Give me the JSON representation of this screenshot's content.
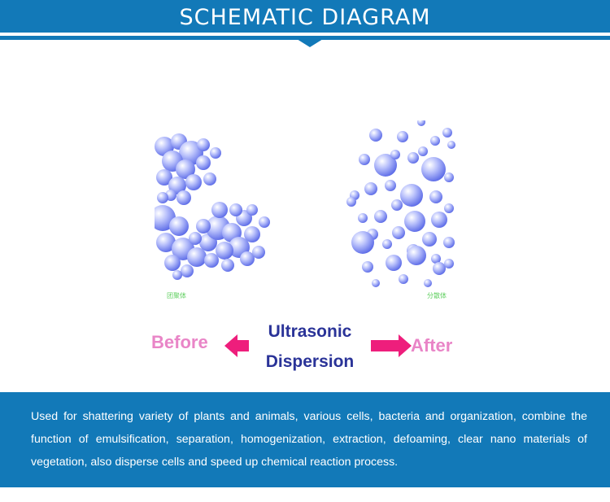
{
  "header": {
    "title": "SCHEMATIC DIAGRAM"
  },
  "diagram": {
    "before_label": "Before",
    "after_label": "After",
    "center_label_line1": "Ultrasonic",
    "center_label_line2": "Dispersion",
    "left_caption": "团聚体",
    "right_caption": "分散体",
    "colors": {
      "particle": "#9aa6f5",
      "arrow": "#ee1e7c",
      "label_pink": "#e985c7",
      "label_blue": "#2a3398"
    }
  },
  "description": {
    "text": "Used for shattering variety of plants and animals, various cells, bacteria and organization, combine the function of emulsification, separation, homogenization, extraction, defoaming, clear nano materials of vegetation, also disperse cells and speed up chemical reaction process."
  },
  "colors": {
    "brand": "#1279b8"
  }
}
